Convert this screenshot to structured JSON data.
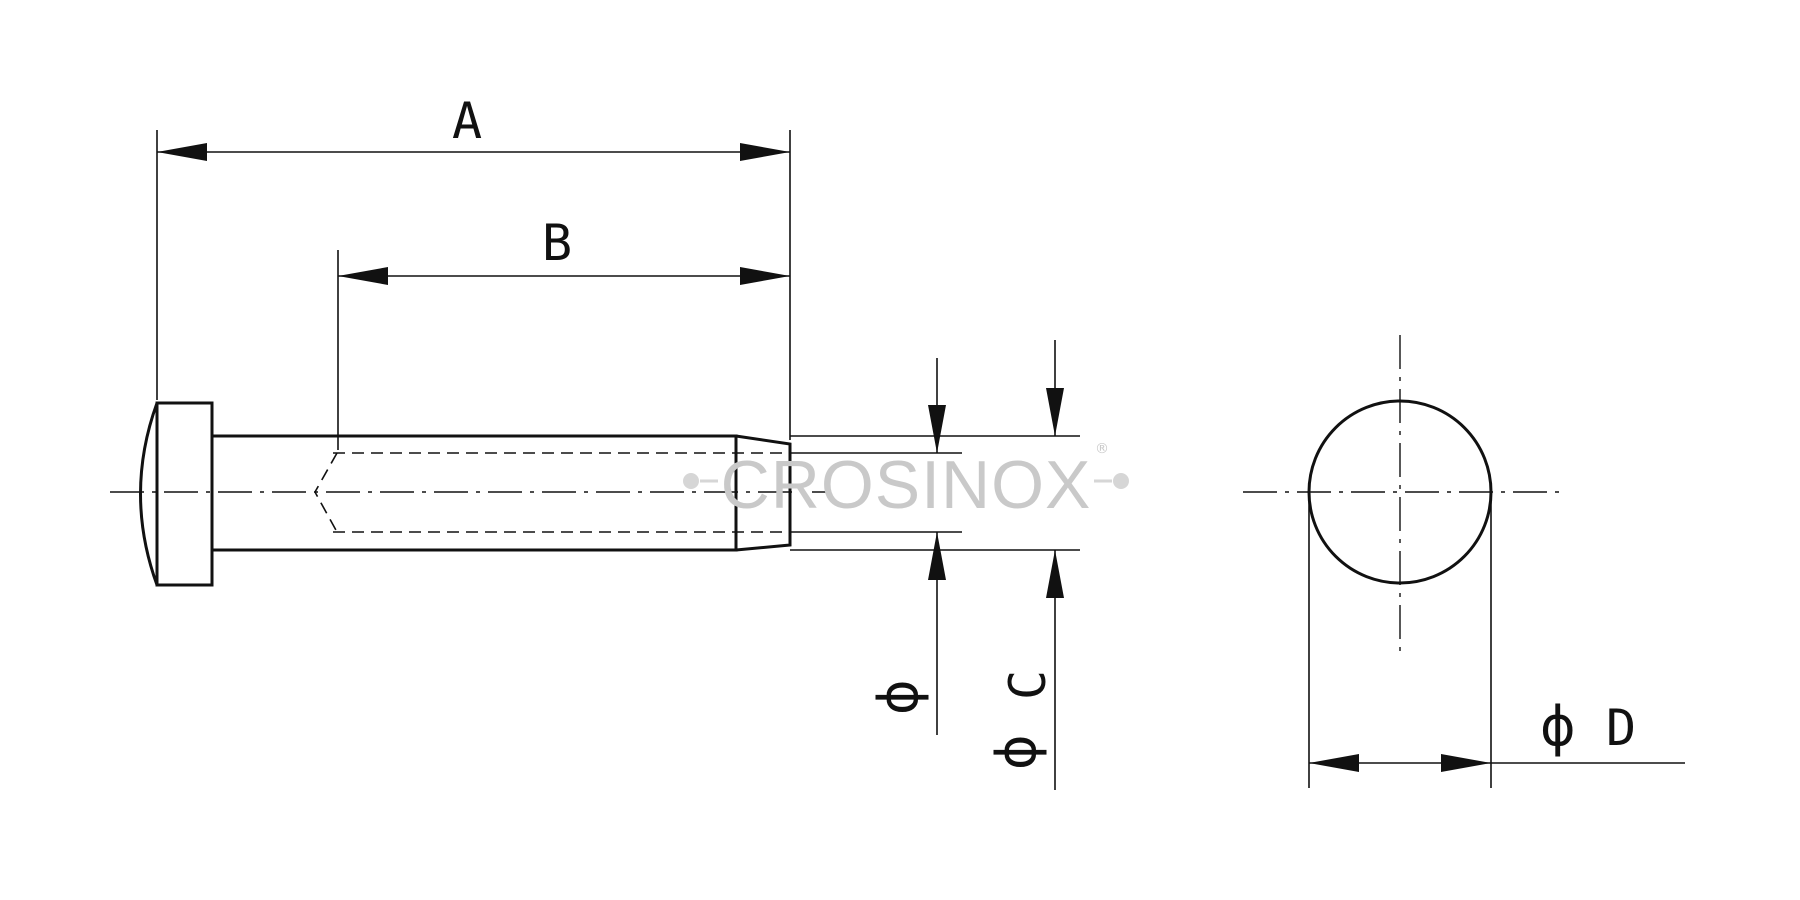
{
  "drawing": {
    "dimensions": {
      "overall_length": "A",
      "thread_length": "B",
      "thread_diameter_symbol": "ϕ",
      "shank_diameter_symbol": "ϕ",
      "shank_diameter_letter": "C",
      "head_diameter_symbol": "ϕ",
      "head_diameter_letter": "D"
    },
    "watermark": {
      "brand": "CROSINOX",
      "registered_mark": "®"
    }
  }
}
